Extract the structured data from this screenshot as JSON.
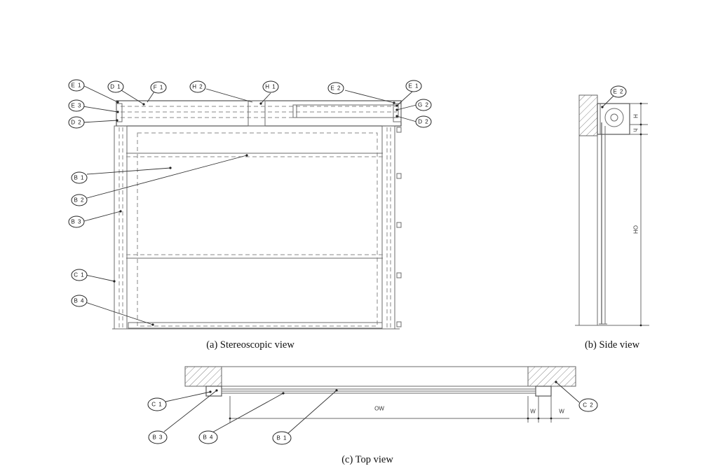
{
  "captions": {
    "stereo": "(a)  Stereoscopic  view",
    "side": "(b)  Side  view",
    "top": "(c)  Top  view"
  },
  "labels": {
    "E1_left": "E 1",
    "D1": "D 1",
    "F1": "F 1",
    "H2": "H 2",
    "H1": "H 1",
    "E2": "E 2",
    "E1_right": "E 1",
    "E3": "E 3",
    "G2": "G 2",
    "D2_left": "D 2",
    "D2_right": "D 2",
    "B1": "B 1",
    "B2": "B 2",
    "B3": "B 3",
    "C1": "C 1",
    "B4": "B 4",
    "E2_side": "E 2",
    "C1_top": "C 1",
    "C2_top": "C 2",
    "B3_top": "B 3",
    "B4_top": "B 4",
    "B1_top": "B 1"
  },
  "dimensions": {
    "H": "H",
    "h": "h",
    "OH": "OH",
    "OW": "OW",
    "W_left": "W",
    "W_right": "W"
  }
}
